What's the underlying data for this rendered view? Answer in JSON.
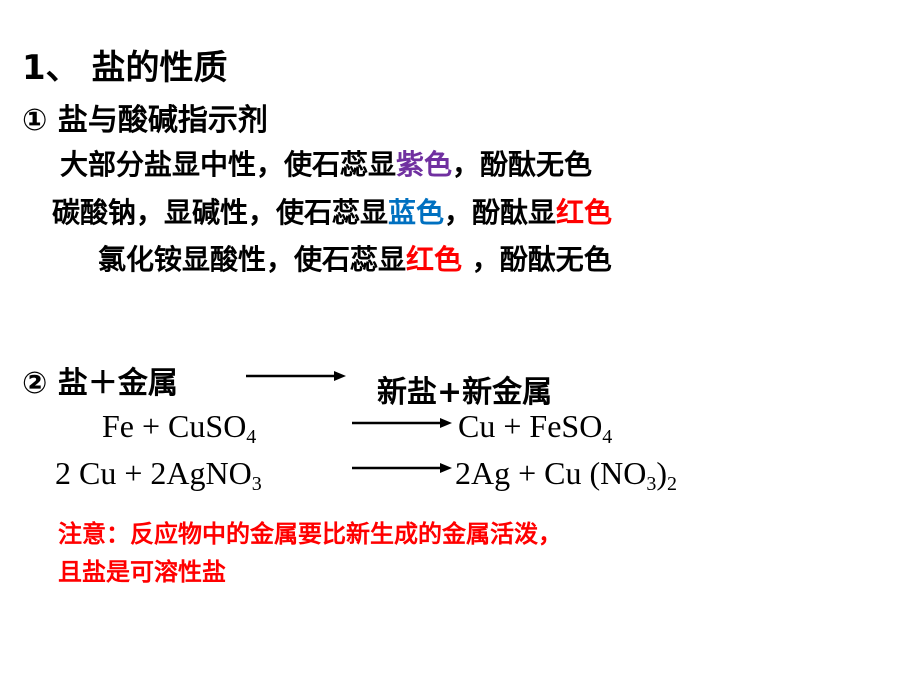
{
  "heading": "1、 盐的性质",
  "subheading": "① 盐与酸碱指示剂",
  "indicator_lines": [
    {
      "prefix": "大部分盐显中性，使石蕊显",
      "litmus_color": "紫色",
      "mid": "，酚酞",
      "phenol_color": "无色",
      "suffix": ""
    },
    {
      "prefix": "碳酸钠，显碱性，使石蕊显",
      "litmus_color": "蓝色",
      "mid": "，酚酞显",
      "phenol_color": "红色",
      "suffix": ""
    },
    {
      "prefix": "氯化铵显酸性，使石蕊显",
      "litmus_color": "红色",
      "mid": " ，酚酞",
      "phenol_color": "无色",
      "suffix": ""
    }
  ],
  "section2": {
    "label": "② 盐＋金属",
    "product": "新盐+新金属"
  },
  "equations": [
    {
      "left": "Fe  +  CuSO",
      "left_sub": "4",
      "right": "Cu  +   FeSO",
      "right_sub": "4"
    },
    {
      "left": "2 Cu  +  2AgNO",
      "left_sub": "3",
      "right_a": "2Ag  +  Cu (NO",
      "right_sub1": "3",
      "right_b": ")",
      "right_sub2": "2"
    }
  ],
  "note": {
    "line1": "注意：反应物中的金属要比新生成的金属活泼，",
    "line2": "且盐是可溶性盐"
  },
  "colors": {
    "purple": "#7030a0",
    "blue": "#0070c0",
    "red": "#ff0000"
  }
}
